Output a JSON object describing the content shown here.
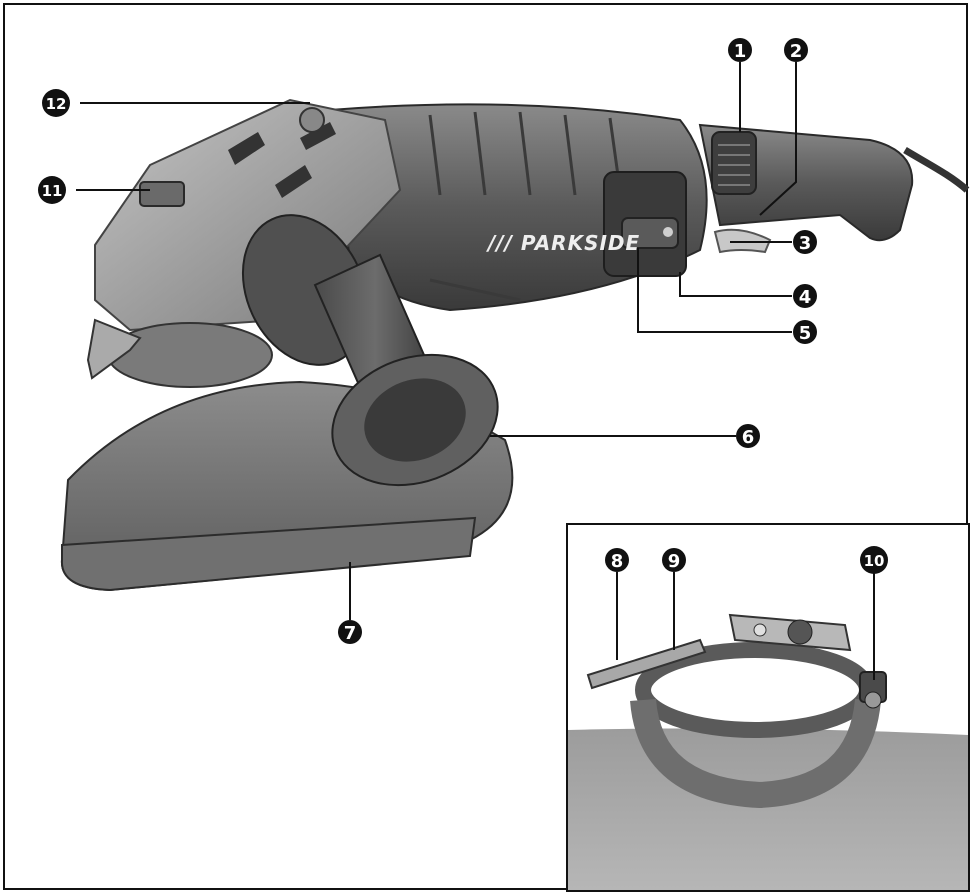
{
  "figure": {
    "brand_label": "/// PARKSIDE",
    "callouts": [
      {
        "number": "1"
      },
      {
        "number": "2"
      },
      {
        "number": "3"
      },
      {
        "number": "4"
      },
      {
        "number": "5"
      },
      {
        "number": "6"
      },
      {
        "number": "7"
      },
      {
        "number": "8"
      },
      {
        "number": "9"
      },
      {
        "number": "10"
      },
      {
        "number": "11"
      },
      {
        "number": "12"
      }
    ]
  }
}
